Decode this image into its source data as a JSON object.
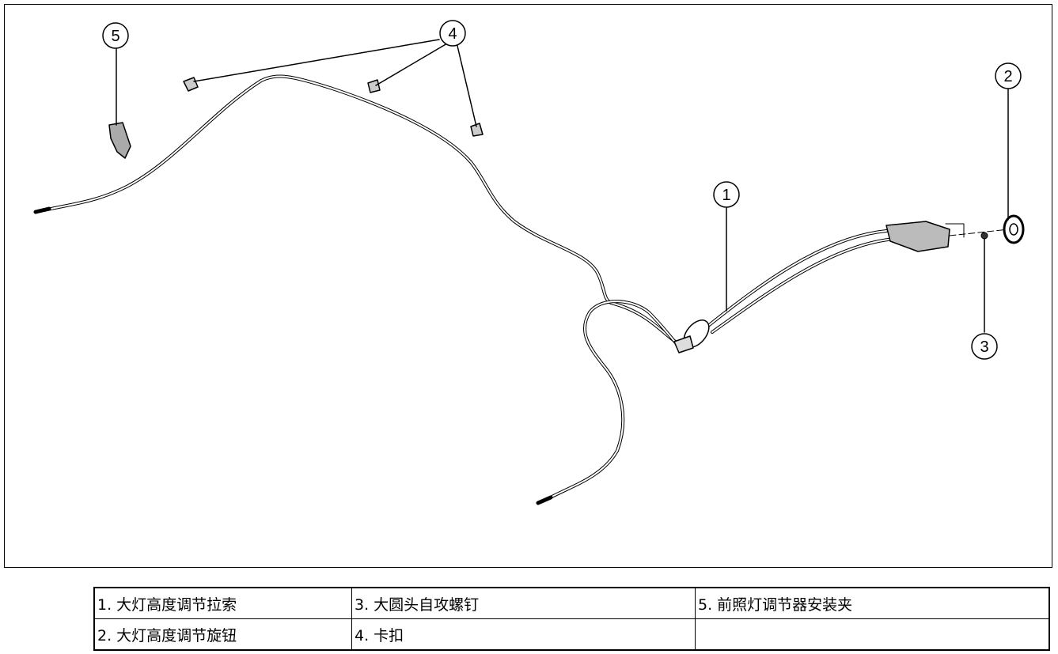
{
  "callouts": [
    "1",
    "2",
    "3",
    "4",
    "5"
  ],
  "legend": {
    "rows": [
      [
        "1. 大灯高度调节拉索",
        "3. 大圆头自攻螺钉",
        "5. 前照灯调节器安装夹"
      ],
      [
        "2. 大灯高度调节旋钮",
        "4. 卡扣",
        ""
      ]
    ]
  }
}
